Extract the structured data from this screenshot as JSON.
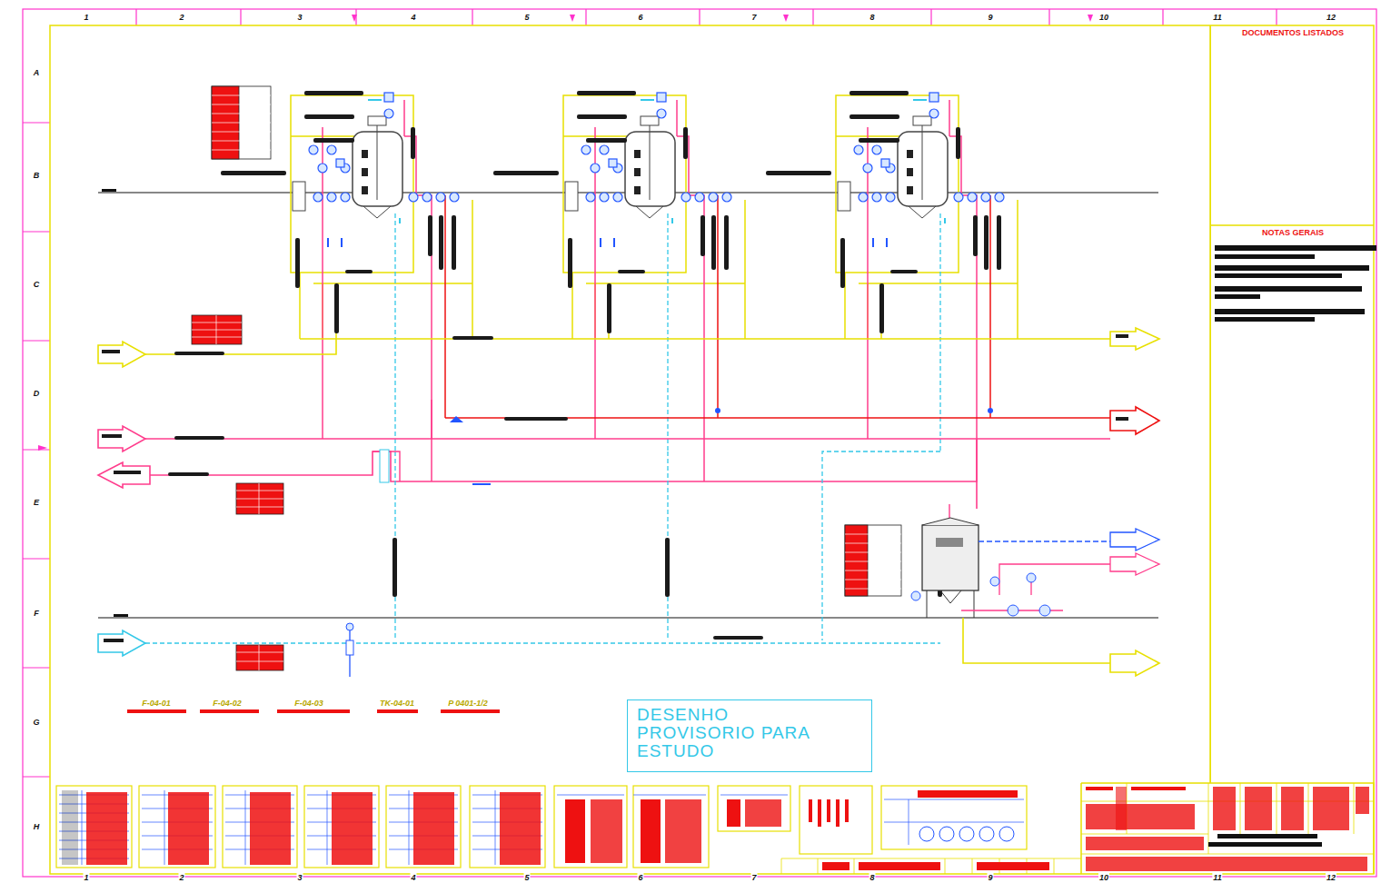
{
  "diagram": {
    "nodes": [
      {
        "text": [
          "DOCUMENTOS LISTADOS"
        ]
      },
      {
        "text": [
          "NOTAS GERAIS"
        ]
      },
      {
        "text": [
          "DESENHO PROVISORIO PARA ESTUDO"
        ]
      }
    ],
    "labels": [
      "1",
      "2",
      "3",
      "4",
      "5",
      "6",
      "7",
      "8",
      "9",
      "10",
      "11",
      "12",
      "1",
      "2",
      "3",
      "4",
      "5",
      "6",
      "7",
      "8",
      "9",
      "10",
      "11",
      "12",
      "A",
      "B",
      "C",
      "D",
      "E",
      "F",
      "G",
      "H",
      "F-04-01",
      "F-04-02",
      "F-04-03",
      "TK-04-01",
      "P 0401-1/2"
    ]
  }
}
